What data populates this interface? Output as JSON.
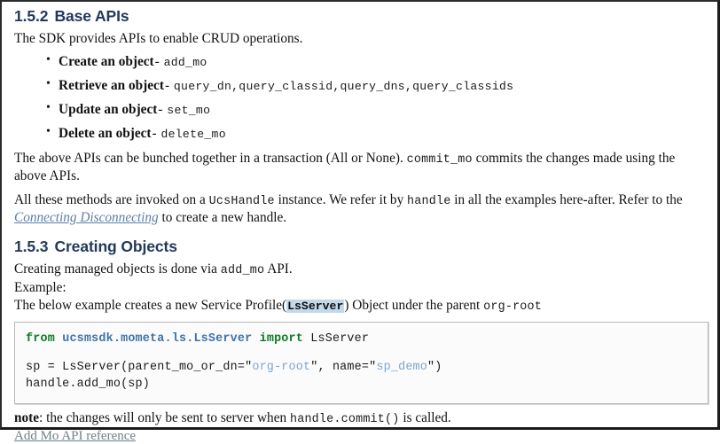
{
  "sections": [
    {
      "number": "1.5.2",
      "title": "Base APIs",
      "intro": "The SDK provides APIs to enable CRUD operations.",
      "bullets": [
        {
          "initial": "C",
          "word": "reate an object",
          "sep": "-",
          "api": "add_mo"
        },
        {
          "initial": "R",
          "word": "etrieve an object",
          "sep": "-",
          "api": "query_dn,query_classid,query_dns,query_classids"
        },
        {
          "initial": "U",
          "word": "pdate an object",
          "sep": "-",
          "api": "set_mo"
        },
        {
          "initial": "D",
          "word": "elete an object",
          "sep": "-",
          "api": "delete_mo"
        }
      ],
      "paragraph1": {
        "part1": "The above APIs can be bunched together in a transaction (All or None).",
        "code1": "commit_mo",
        "part2": "commits the changes made using the above APIs."
      },
      "paragraph2": {
        "part1": "All these methods are invoked on a",
        "code1": "UcsHandle",
        "part2": "instance.  We refer it by",
        "code2": "handle",
        "part3": "in all the examples here-after. Refer to the",
        "link": "Connecting Disconnecting",
        "part4": "to create a new handle."
      }
    },
    {
      "number": "1.5.3",
      "title": "Creating Objects",
      "line1": {
        "part1": "Creating managed objects is done via",
        "code1": "add_mo",
        "part2": "API."
      },
      "line2": "Example:",
      "line3": {
        "part1": "The below example creates a new Service Profile(",
        "highlight": "LsServer",
        "part2": ") Object under the parent",
        "code1": "org-root"
      }
    }
  ],
  "code_block": {
    "language": "python",
    "lines": [
      {
        "tokens": [
          {
            "text": "from",
            "type": "keyword"
          },
          {
            "text": " ",
            "type": "plain"
          },
          {
            "text": "ucsmsdk.mometa.ls.LsServer",
            "type": "module"
          },
          {
            "text": " ",
            "type": "plain"
          },
          {
            "text": "import",
            "type": "keyword"
          },
          {
            "text": " LsServer",
            "type": "plain"
          }
        ]
      },
      {
        "tokens": []
      },
      {
        "tokens": [
          {
            "text": "sp = LsServer(parent_mo_or_dn=",
            "type": "plain"
          },
          {
            "text": "\"",
            "type": "quote"
          },
          {
            "text": "org-root",
            "type": "string"
          },
          {
            "text": "\"",
            "type": "quote"
          },
          {
            "text": ", name=",
            "type": "plain"
          },
          {
            "text": "\"",
            "type": "quote"
          },
          {
            "text": "sp_demo",
            "type": "string"
          },
          {
            "text": "\"",
            "type": "quote"
          },
          {
            "text": ")",
            "type": "plain"
          }
        ]
      },
      {
        "tokens": [
          {
            "text": "handle.add_mo(sp)",
            "type": "plain"
          }
        ]
      }
    ]
  },
  "footer": {
    "note_label": "note",
    "note_part1": ": the changes will only be sent to server when",
    "note_code": "handle.commit()",
    "note_part2": "is called.",
    "reference_link": "Add Mo API reference"
  },
  "colors": {
    "heading": "#22395d",
    "link_italic": "#5b7fa6",
    "link_plain": "#6d8189",
    "highlight_bg": "#c3d8e8",
    "code_keyword": "#0b7a24",
    "code_module": "#3e73a8",
    "code_string": "#7ba7d0",
    "code_bg": "#fbfbfb",
    "code_border": "#b9b9b9"
  }
}
